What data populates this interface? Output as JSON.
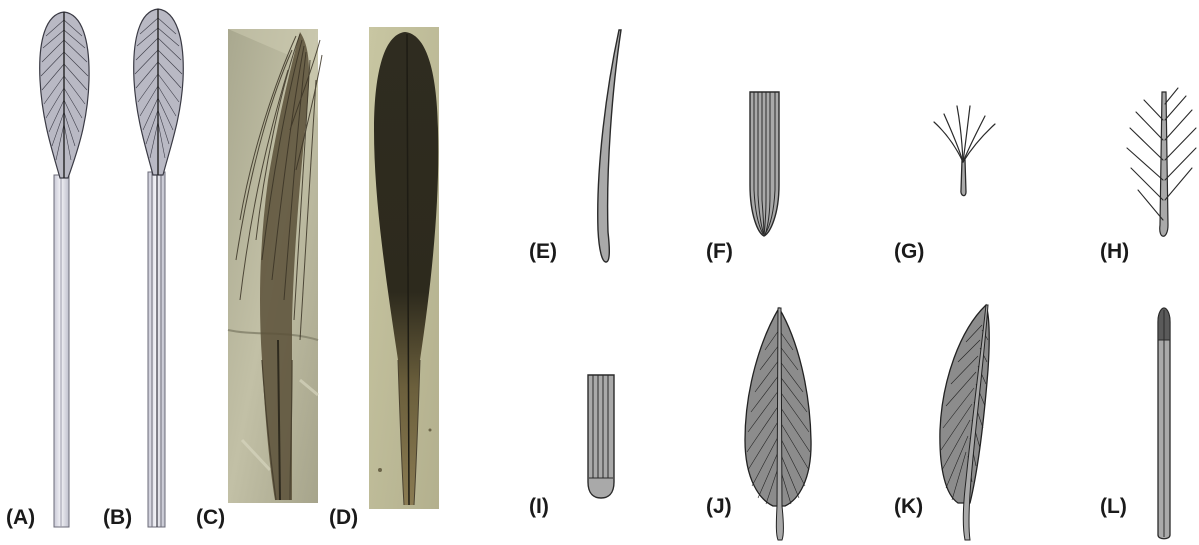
{
  "figure": {
    "panels": [
      {
        "id": "A",
        "label": "(A)"
      },
      {
        "id": "B",
        "label": "(B)"
      },
      {
        "id": "C",
        "label": "(C)"
      },
      {
        "id": "D",
        "label": "(D)"
      },
      {
        "id": "E",
        "label": "(E)"
      },
      {
        "id": "F",
        "label": "(F)"
      },
      {
        "id": "G",
        "label": "(G)"
      },
      {
        "id": "H",
        "label": "(H)"
      },
      {
        "id": "I",
        "label": "(I)"
      },
      {
        "id": "J",
        "label": "(J)"
      },
      {
        "id": "K",
        "label": "(K)"
      },
      {
        "id": "L",
        "label": "(L)"
      }
    ]
  },
  "colors": {
    "label": "#1a1a1a",
    "drawing_fill": "#a9a9a9",
    "drawing_line": "#2a2a2a",
    "rachis_fill": "#dcdce4",
    "slab": "#b8b59a",
    "fossil_dark": "#3b3a2a",
    "fossil_brown": "#6f6446"
  }
}
